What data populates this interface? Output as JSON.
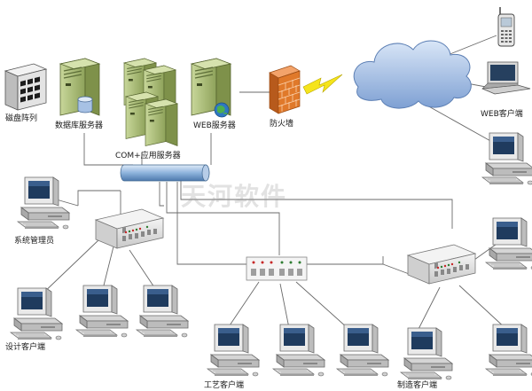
{
  "labels": {
    "disk_array": "磁盘阵列",
    "db_server": "数据库服务器",
    "com_server": "COM+应用服务器",
    "web_server": "WEB服务器",
    "firewall": "防火墙",
    "web_client": "WEB客户端",
    "sys_admin": "系统管理员",
    "design_client": "设计客户端",
    "process_client": "工艺客户端",
    "manufacture_client": "制造客户端"
  },
  "watermark": "天河软件",
  "colors": {
    "server_green": "#9fb56a",
    "server_dark": "#5d6e38",
    "line": "#555555",
    "bus": "#8db3dc",
    "cloud": "#9bb7e0",
    "firewall": "#e0792a",
    "lightning": "#f5e41c"
  }
}
